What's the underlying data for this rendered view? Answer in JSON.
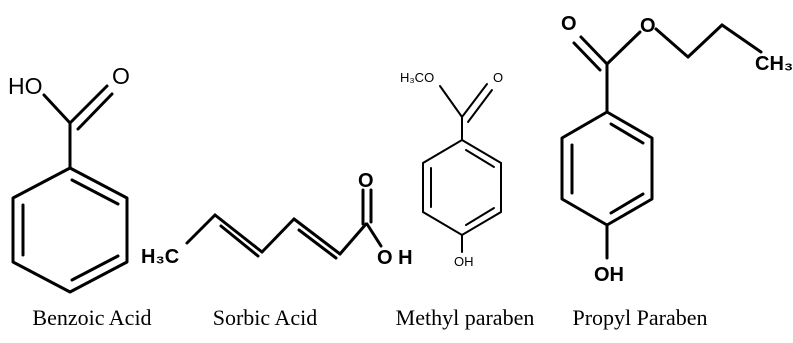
{
  "molecules": [
    {
      "name": "Benzoic Acid",
      "atoms": {
        "hydroxyl": "HO",
        "carbonyl_oxygen": "O"
      }
    },
    {
      "name": "Sorbic Acid",
      "atoms": {
        "methyl": "H₃C",
        "carbonyl_oxygen": "O",
        "hydroxyl": "O H"
      }
    },
    {
      "name": "Methyl paraben",
      "atoms": {
        "methoxy": "H₃CO",
        "carbonyl_oxygen": "O",
        "hydroxyl": "OH"
      }
    },
    {
      "name": "Propyl Paraben",
      "atoms": {
        "ester_oxygen_carbonyl": "O",
        "ester_oxygen": "O",
        "methyl": "CH₃",
        "hydroxyl": "OH"
      }
    }
  ],
  "colors": {
    "ink": "#000000",
    "background": "#ffffff"
  }
}
